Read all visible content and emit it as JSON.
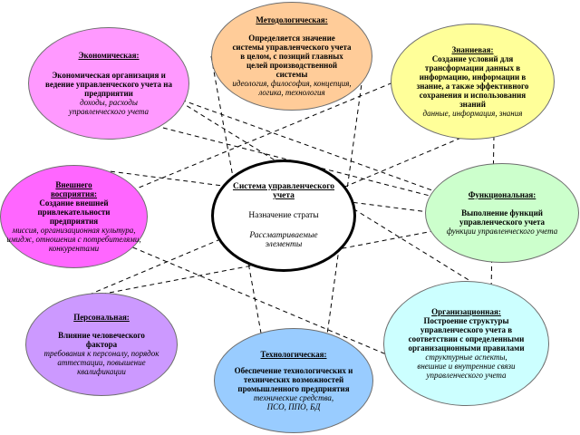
{
  "colors": {
    "pink": "#ff99ff",
    "peach": "#ffcc99",
    "yellow": "#ffff99",
    "magenta": "#ff66ff",
    "green": "#ccffcc",
    "lavender": "#cc99ff",
    "blue": "#99ccff",
    "cyan": "#ccffff",
    "center_border": "#000000",
    "dashed_line": "#000000"
  },
  "nodes": {
    "center": {
      "title": "Система управленческого учета",
      "desc": "Назначение страты",
      "tags": "Рассматриваемые элементы"
    },
    "methodological": {
      "title": "Методологическая:",
      "desc": "Определяется значение системы управленческого учета в целом, с позиций главных целей производственной системы",
      "tags": "идеология, философия, концепция, логика, технология"
    },
    "economic": {
      "title": "Экономическая:",
      "desc": "Экономическая организация и ведение управленческого учета на предприятии",
      "tags": "доходы, расходы управленческого учета"
    },
    "knowledge": {
      "title": "Знаниевая:",
      "desc": "Создание условий для трансформации данных в информацию, информации в знание, а также эффективного сохранения и использования знаний",
      "tags": "данные, информация, знания"
    },
    "external": {
      "title": "Внешнего восприятия:",
      "desc": "Создание внешней привлекательности предприятия",
      "tags": "миссия, организационная культура, имидж, отношения с потребителями, конкурентами"
    },
    "functional": {
      "title": "Функциональная:",
      "desc": "Выполнение функций управленческого учета",
      "tags": "функции управленческого учета"
    },
    "personal": {
      "title": "Персональная:",
      "desc": "Влияние человеческого фактора",
      "tags": "требования к персоналу, порядок аттестации, повышение квалификации"
    },
    "technological": {
      "title": "Технологическая:",
      "desc": "Обеспечение технологических и технических возможностей промышленного предприятия",
      "tags": "технические средства, ПСО, ППО, БД"
    },
    "organizational": {
      "title": "Организационная:",
      "desc": "Построение структуры управленческого учета в соответствии с определенными организационными правилами",
      "tags": "структурные аспекты, внешние и внутренние связи управленческого учета"
    }
  }
}
